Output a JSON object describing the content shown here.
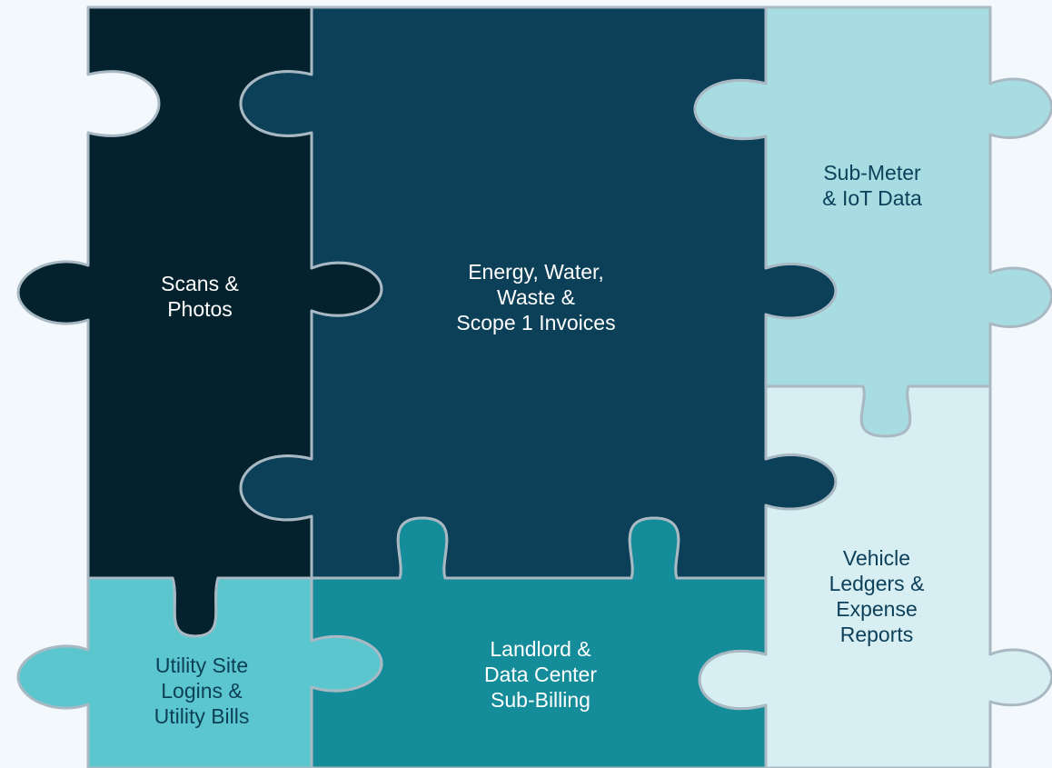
{
  "colors": {
    "background": "#f2f8fb",
    "scans": "#03222e",
    "energy": "#0c3f58",
    "submeter": "#a8dce3",
    "vehicle": "#d7eef2",
    "landlord": "#158c99",
    "utility": "#5cc6cf",
    "text_light": "#ffffff",
    "text_dark": "#0c3f58",
    "seam": "#a9b9c3"
  },
  "pieces": {
    "scans": {
      "lines": [
        "Scans &",
        "Photos"
      ]
    },
    "energy": {
      "lines": [
        "Energy, Water,",
        "Waste &",
        "Scope 1 Invoices"
      ]
    },
    "submeter": {
      "lines": [
        "Sub-Meter",
        "& IoT Data"
      ]
    },
    "vehicle": {
      "lines": [
        "Vehicle",
        "Ledgers &",
        "Expense",
        "Reports"
      ]
    },
    "landlord": {
      "lines": [
        "Landlord &",
        "Data Center",
        "Sub-Billing"
      ]
    },
    "utility": {
      "lines": [
        "Utility Site",
        "Logins &",
        "Utility Bills"
      ]
    }
  }
}
